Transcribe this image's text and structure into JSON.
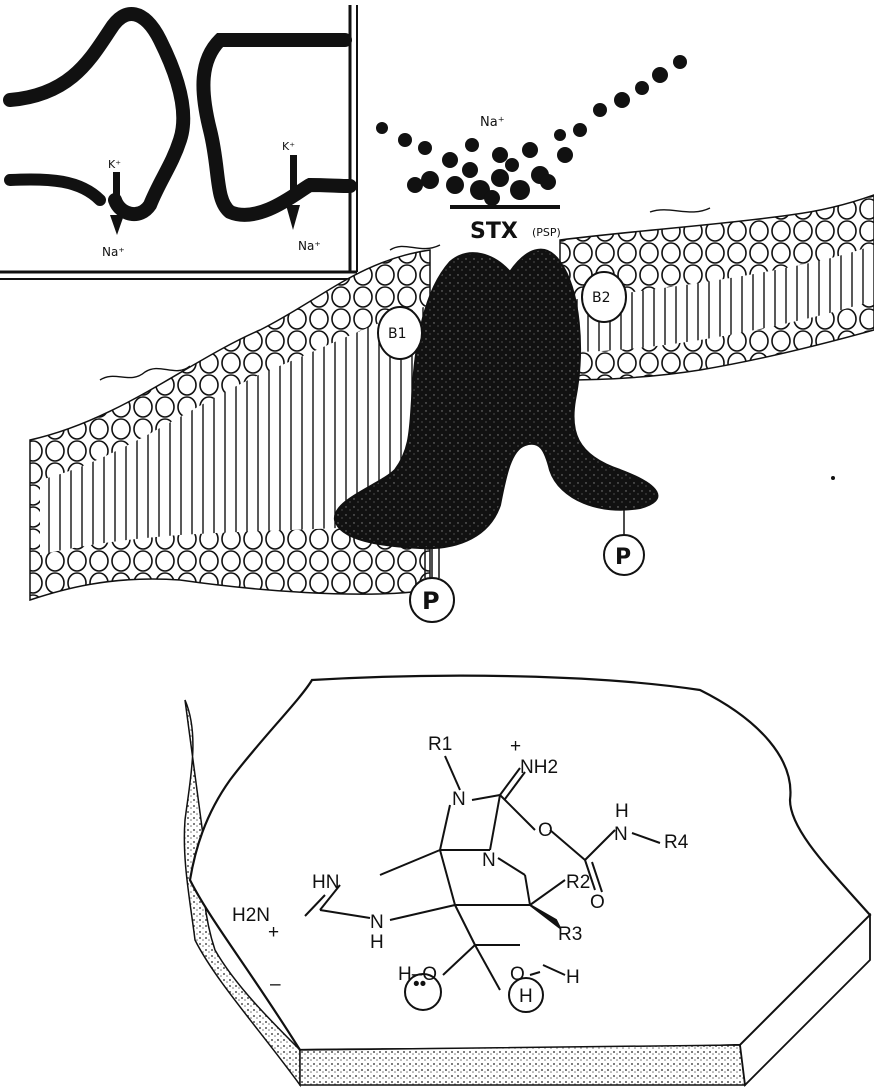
{
  "inset": {
    "label_k_left": "K⁺",
    "label_na_left": "Na⁺",
    "label_k_right": "K⁺",
    "label_na_right": "Na⁺"
  },
  "channel": {
    "label_na_top": "Na⁺",
    "label_stx": "STX",
    "label_stx_suffix": "(PSP)",
    "label_b1": "B1",
    "label_b2": "B2",
    "label_p_left": "P",
    "label_p_right": "P"
  },
  "molecule": {
    "r1": "R1",
    "plus_top": "+",
    "nh2_top": "NH2",
    "n_ring_top": "N",
    "n_center": "N",
    "o_ester": "O",
    "h_amide": "H",
    "n_amide": "N",
    "r4": "R4",
    "o_carbonyl": "O",
    "hn_left": "HN",
    "h2n_left": "H2N",
    "plus_left": "+",
    "n_lower": "N",
    "h_lower": "H",
    "r2": "R2",
    "r3": "R3",
    "h_o_left": "H–O",
    "o_right": "O",
    "h_right": "H",
    "minus": "–",
    "circle_left": "••",
    "circle_right": "H"
  }
}
